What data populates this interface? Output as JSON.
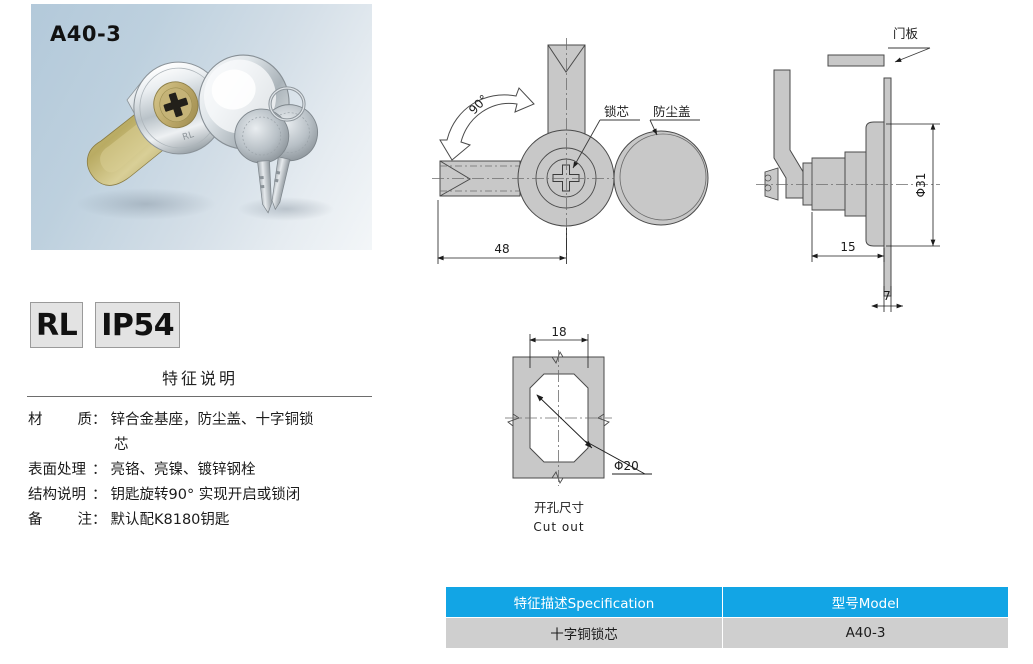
{
  "product": {
    "code": "A40-3",
    "photo_alt": "cam-lock-with-two-keys"
  },
  "badges": [
    {
      "name": "rl-badge",
      "label": "RL"
    },
    {
      "name": "ip-rating-badge",
      "label": "IP54"
    }
  ],
  "feature": {
    "heading": "特征说明",
    "rows": [
      {
        "key": "material",
        "label_chars": [
          "材",
          "质"
        ],
        "colon": "：",
        "value": "锌合金基座，防尘盖、十字铜锁",
        "value_cont": "芯"
      },
      {
        "key": "surface-treatment",
        "label_chars": [
          "表面处理"
        ],
        "colon": "：",
        "value": "亮铬、亮镍、镀锌钢栓",
        "value_cont": ""
      },
      {
        "key": "structure",
        "label_chars": [
          "结构说明"
        ],
        "colon": "：",
        "value": "钥匙旋转90°  实现开启或锁闭",
        "value_cont": ""
      },
      {
        "key": "remark",
        "label_chars": [
          "备",
          "注"
        ],
        "colon": "：",
        "value": "默认配K8180钥匙",
        "value_cont": ""
      }
    ]
  },
  "front_view": {
    "rotation_label": "90°",
    "callout_lock_core": "锁芯",
    "callout_dust_cover": "防尘盖",
    "dim_length": "48"
  },
  "side_view": {
    "callout_door_panel": "门板",
    "dim_diameter": "Φ31",
    "dim_body_length": "15",
    "dim_panel_thickness": "7"
  },
  "cutout_view": {
    "dim_width": "18",
    "dim_diagonal": "Φ20",
    "caption_cn": "开孔尺寸",
    "caption_en": "Cut out"
  },
  "table": {
    "headers": [
      "特征描述Specification",
      "型号Model"
    ],
    "rows": [
      [
        "十字铜锁芯",
        "A40-3"
      ]
    ]
  },
  "colors": {
    "table_header_blue": "#12a5e5",
    "table_row_gray": "#cfcfcf",
    "badge_gray": "#e3e3e3",
    "drawing_fill": "#c8c8c8",
    "photo_bg_start": "#b3c9da",
    "photo_bg_end": "#f3f6f8"
  }
}
